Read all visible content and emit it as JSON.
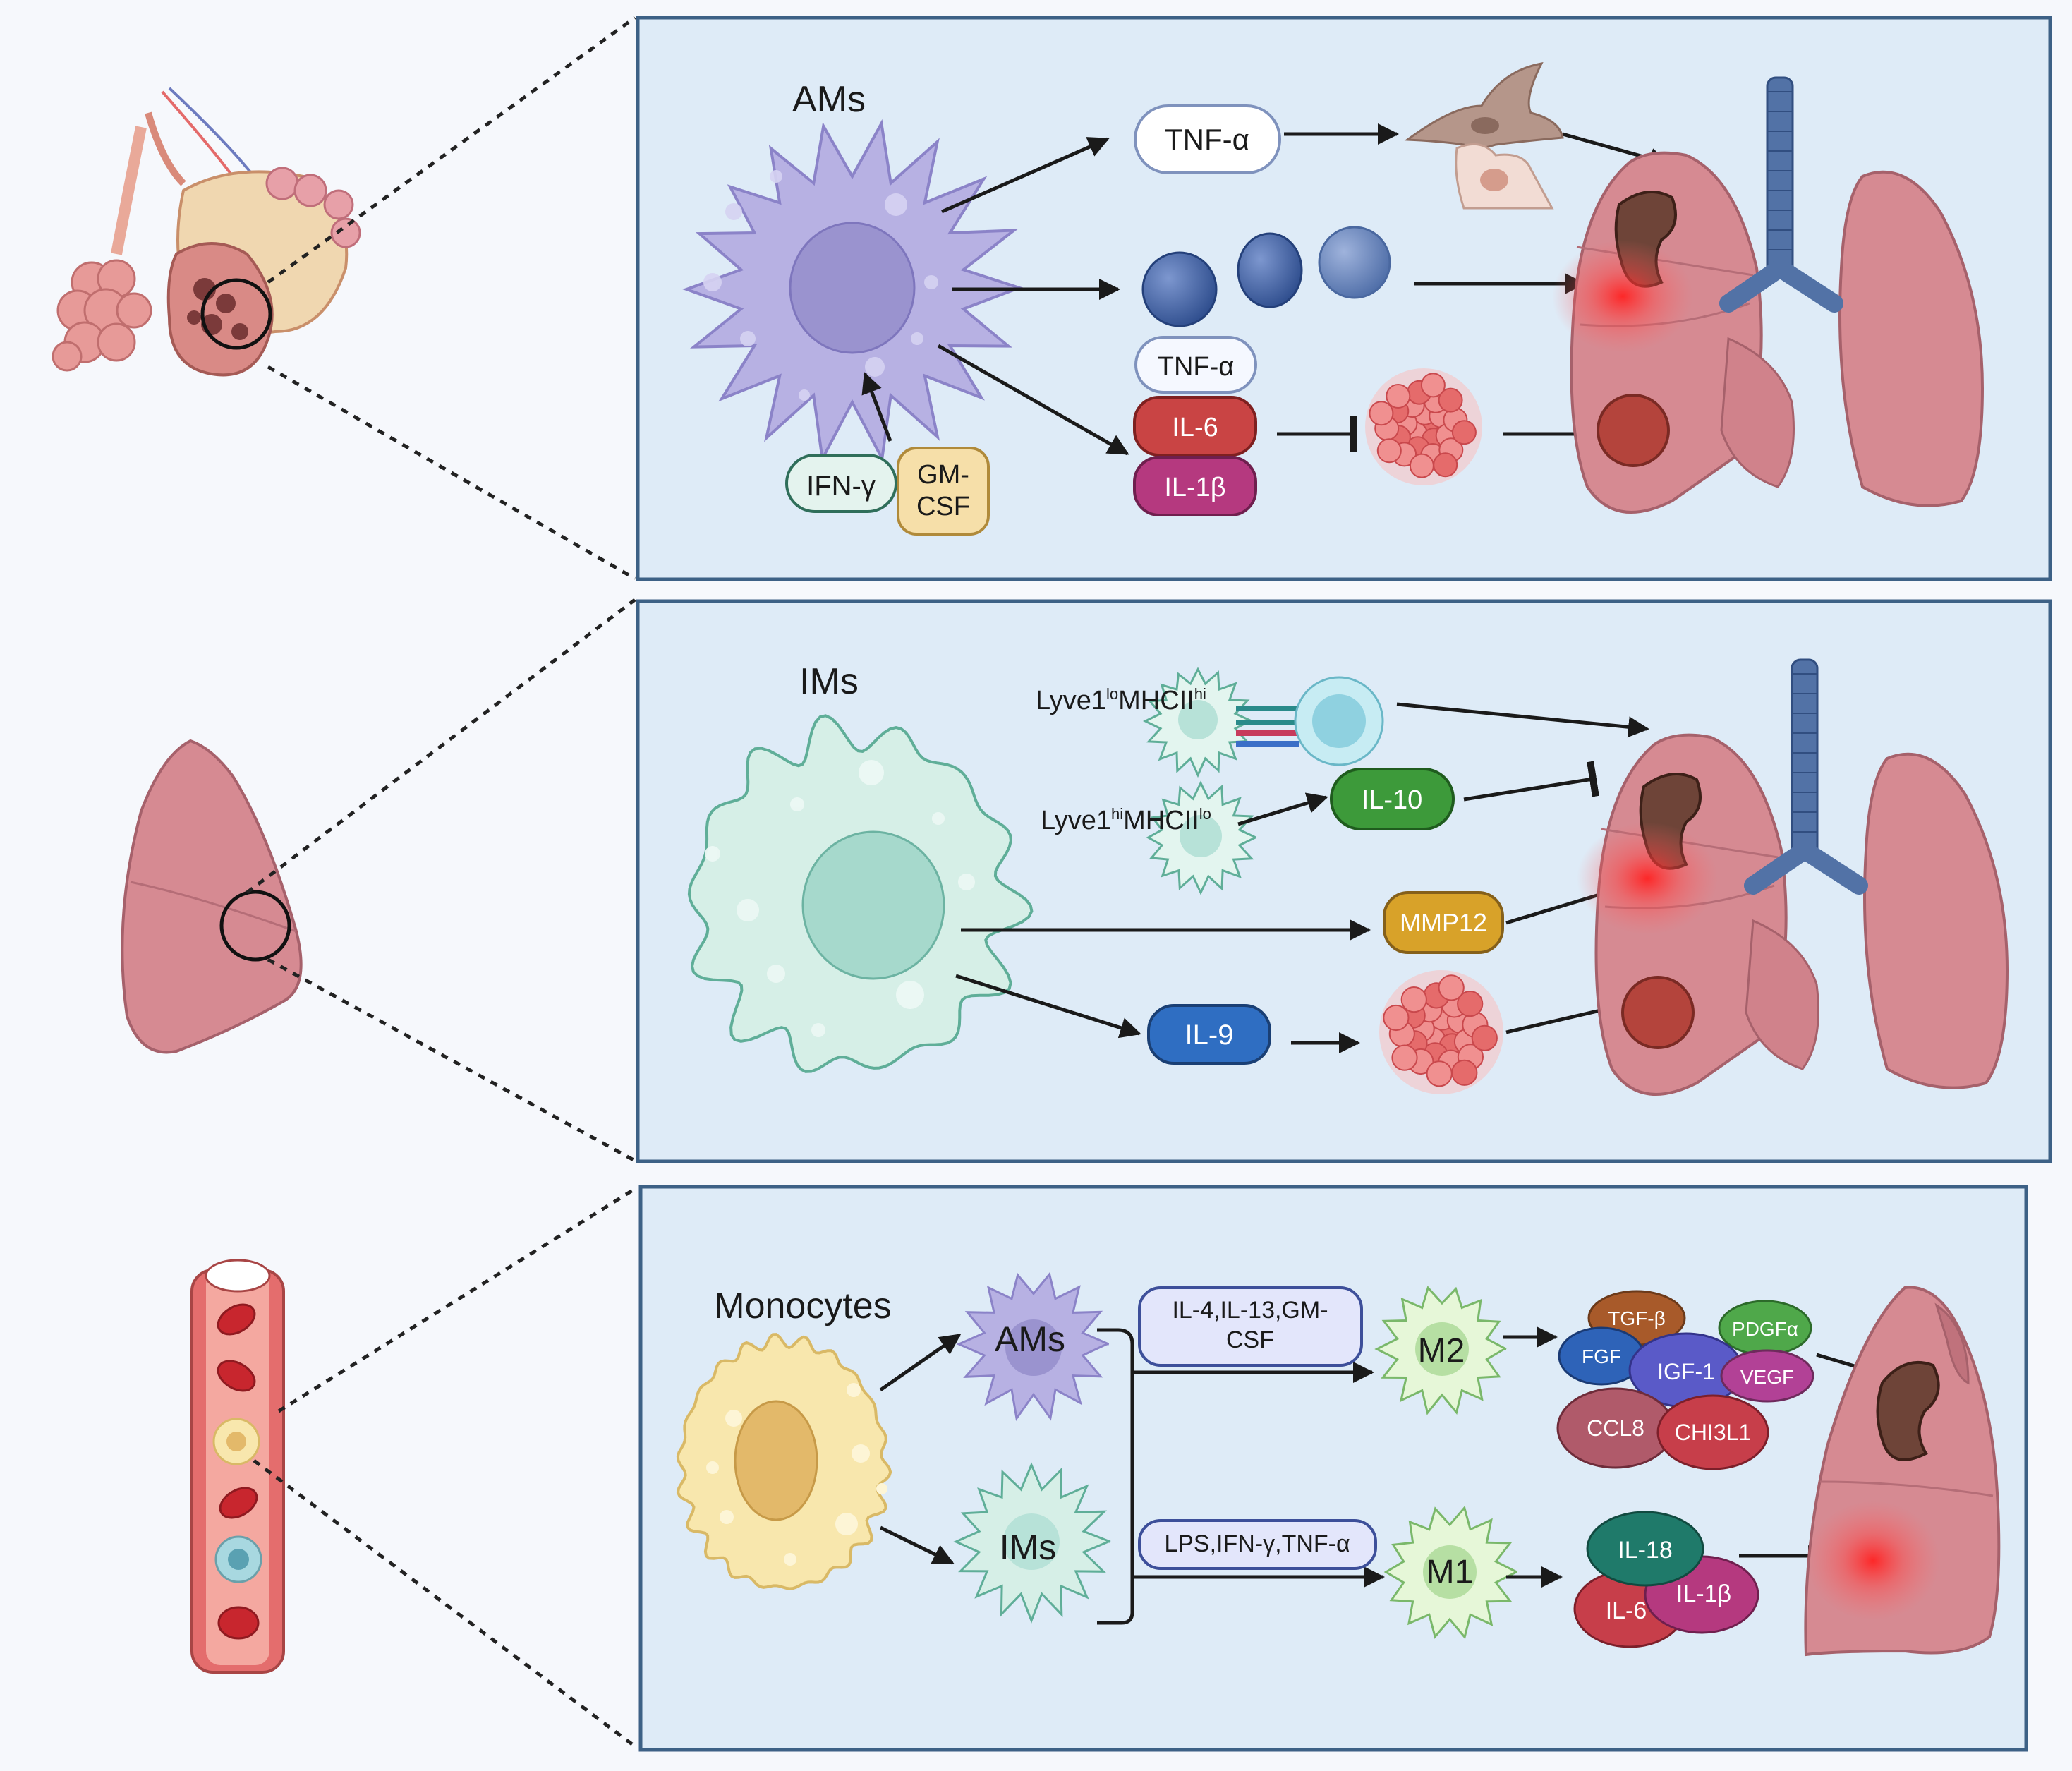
{
  "colors": {
    "panel_fill": "#deebf7",
    "panel_border": "#3d6186",
    "page_bg": "#f6f8fc",
    "am_cell": "#b7b1e3",
    "im_cell": "#d6efe7",
    "monocyte": "#f8e7ad",
    "lung": "#d68a92",
    "bronchus": "#5272a6",
    "tumor": "#b4443c"
  },
  "panel_am": {
    "title": "AMs",
    "tnf_top": "TNF-α",
    "tnf_stack": "TNF-α",
    "il6": "IL-6",
    "il1b": "IL-1β",
    "ifng": "IFN-γ",
    "gmcsf_1": "GM-",
    "gmcsf_2": "CSF"
  },
  "panel_im": {
    "title": "IMs",
    "lyve_lo_a": "Lyve1",
    "lyve_lo_b": "lo",
    "lyve_lo_c": "MHCII",
    "lyve_lo_d": "hi",
    "lyve_hi_a": "Lyve1",
    "lyve_hi_b": "hi",
    "lyve_hi_c": "MHCII",
    "lyve_hi_d": "lo",
    "il10": "IL-10",
    "mmp12": "MMP12",
    "il9": "IL-9"
  },
  "panel_mono": {
    "title": "Monocytes",
    "ams": "AMs",
    "ims": "IMs",
    "m2_stim_1": "IL-4,IL-13,GM-",
    "m2_stim_2": "CSF",
    "m1_stim": "LPS,IFN-γ,TNF-α",
    "m2": "M2",
    "m1": "M1",
    "m2_factors": [
      "TGF-β",
      "PDGFα",
      "FGF",
      "IGF-1",
      "VEGF",
      "CCL8",
      "CHI3L1"
    ],
    "m1_factors": [
      "IL-18",
      "IL-6",
      "IL-1β"
    ]
  }
}
